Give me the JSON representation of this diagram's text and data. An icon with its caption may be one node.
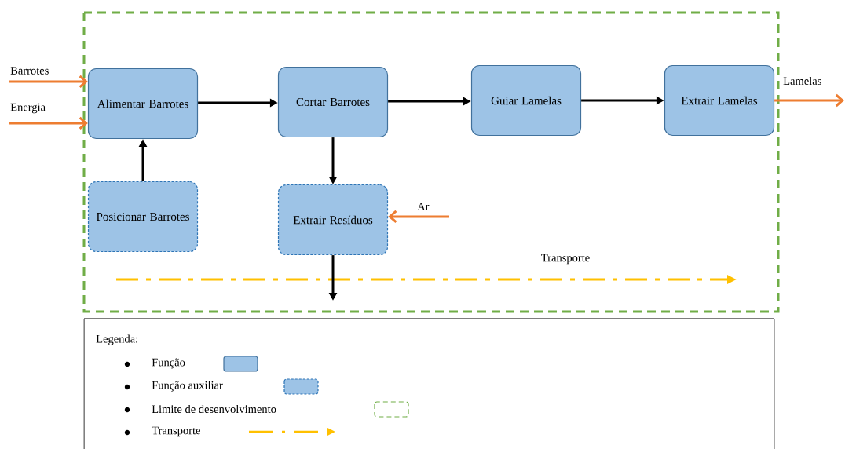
{
  "diagram": {
    "nodes": [
      {
        "text": [
          "Alimentar Barrotes"
        ]
      },
      {
        "text": [
          "Cortar Barrotes"
        ]
      },
      {
        "text": [
          "Guiar Lamelas"
        ]
      },
      {
        "text": [
          "Extrair Lamelas"
        ]
      },
      {
        "text": [
          "Posicionar Barrotes"
        ]
      },
      {
        "text": [
          "Extrair Resíduos"
        ]
      }
    ],
    "edges": [
      {
        "from": 0,
        "to": 1,
        "arrow": "to"
      },
      {
        "from": 1,
        "to": 2,
        "arrow": "to"
      },
      {
        "from": 2,
        "to": 3,
        "arrow": "to"
      },
      {
        "from": 4,
        "to": 0,
        "arrow": "to"
      },
      {
        "from": 1,
        "to": 5,
        "arrow": "to"
      },
      {
        "from": 5,
        "to": null,
        "arrow": "to"
      },
      {
        "from": null,
        "to": 0,
        "arrow": "to",
        "label": "Barrotes",
        "color": "#ed7d31"
      },
      {
        "from": null,
        "to": 0,
        "arrow": "to",
        "label": "Energia",
        "color": "#ed7d31"
      },
      {
        "from": null,
        "to": 5,
        "arrow": "to",
        "label": "Ar",
        "color": "#ed7d31"
      },
      {
        "from": 3,
        "to": null,
        "arrow": "to",
        "label": "Lamelas",
        "color": "#ed7d31"
      }
    ],
    "labels": [
      "Transporte",
      "Legenda:"
    ],
    "legend": [
      {
        "text": "Função"
      },
      {
        "text": "Função auxiliar"
      },
      {
        "text": "Limite de desenvolvimento"
      },
      {
        "text": "Transporte"
      }
    ]
  }
}
